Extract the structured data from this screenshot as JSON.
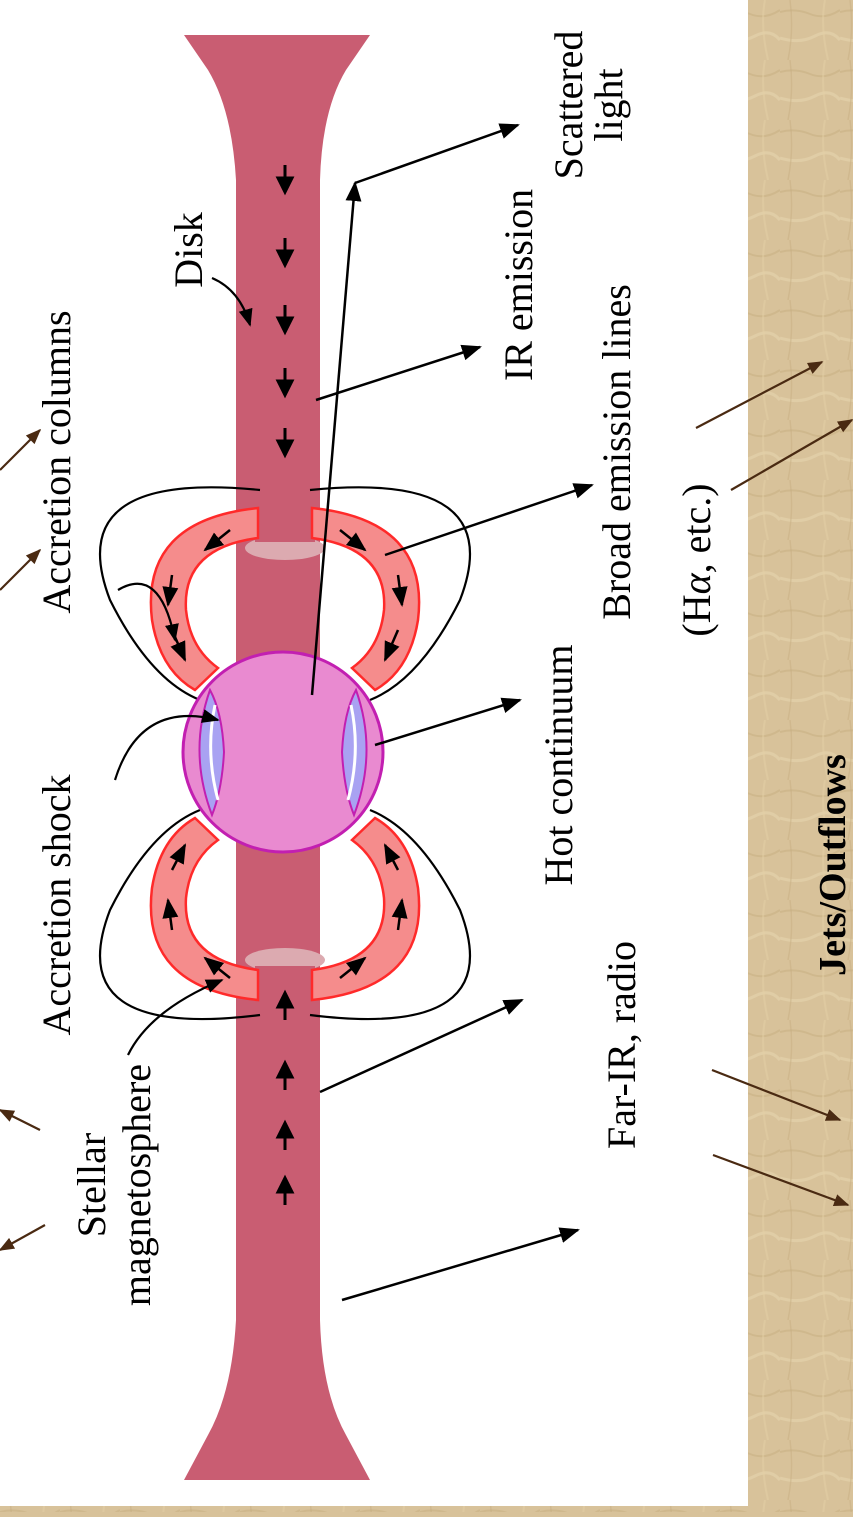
{
  "labels": {
    "stellar": "Stellar",
    "magnetosphere": "magnetosphere",
    "accretion_shock": "Accretion shock",
    "accretion_columns": "Accretion  columns",
    "disk": "Disk",
    "far_ir_radio": "Far-IR, radio",
    "hot_continuum": "Hot  continuum",
    "broad_emission_lines": "Broad emission lines",
    "h_alpha_prefix": "(H",
    "h_alpha_greek": "α",
    "h_alpha_suffix": ", etc.)",
    "ir_emission": "IR emission",
    "scattered": "Scattered",
    "light": "light",
    "jets_outflows": "Jets/Outflows"
  },
  "colors": {
    "background_parchment": "#d8c29a",
    "diagram_panel": "#ffffff",
    "disk": "#c95d72",
    "disk_glow": "#dcaab0",
    "accretion_column_fill": "#f58c8c",
    "accretion_column_edge": "#ff2a2a",
    "star_fill": "#e98ad0",
    "star_edge": "#c21fb1",
    "shock_spot": "#a9a2f2",
    "jet_arrow": "#4a2a12",
    "ink": "#000000"
  }
}
